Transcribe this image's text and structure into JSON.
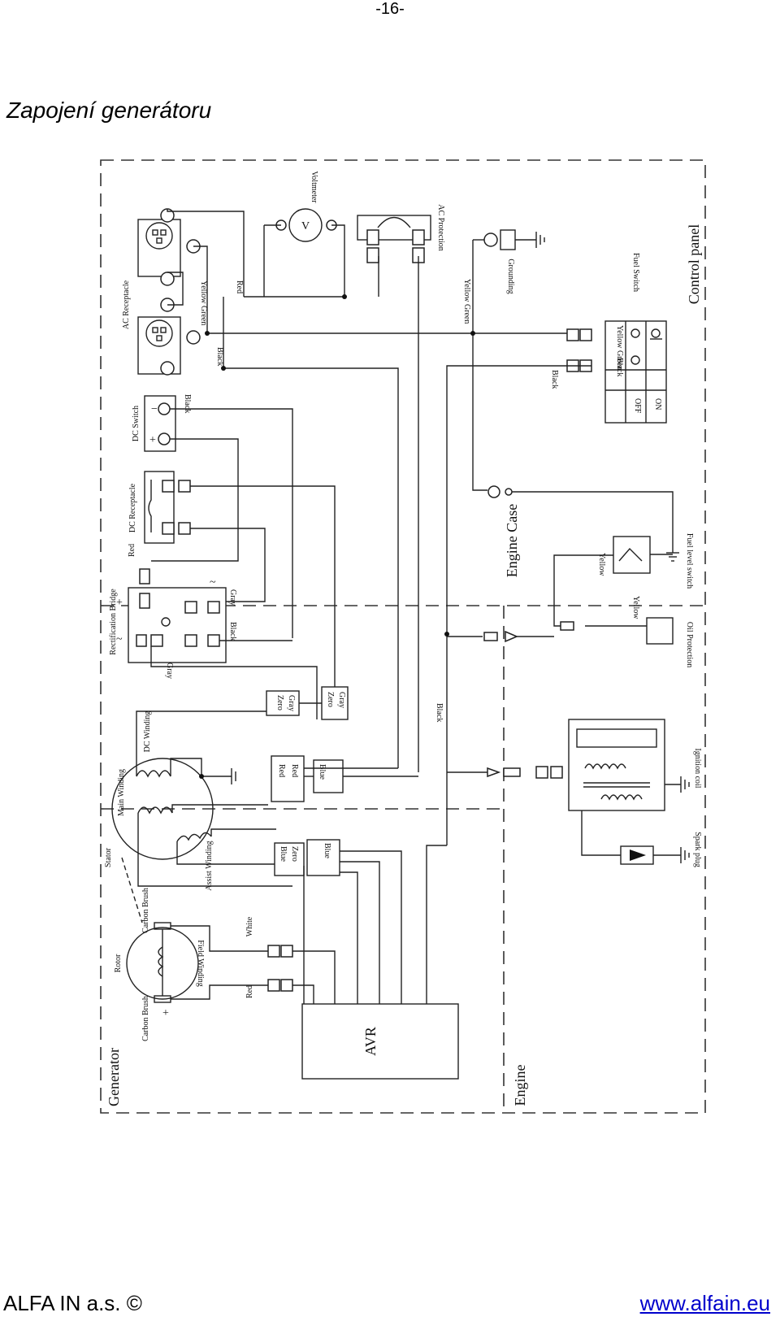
{
  "page": {
    "number": "-16-",
    "title": "Zapojení generátoru"
  },
  "footer": {
    "company": "ALFA IN a.s. ©",
    "website": "www.alfain.eu"
  },
  "diagram": {
    "sections": {
      "control_panel": "Control panel",
      "engine_case": "Engine Case",
      "generator": "Generator",
      "engine": "Engine"
    },
    "components": {
      "ac_receptacle": "AC Receptacle",
      "voltmeter": "Voltmeter",
      "voltmeter_symbol": "V",
      "ac_protection": "AC Protection",
      "grounding": "Grounding",
      "fuel_switch": "Fuel Switch",
      "dc_switch": "DC Switch",
      "dc_receptacle": "DC Receptacle",
      "rectification_bridge": "Rectification Bridge",
      "fuel_level_switch": "Fuel level switch",
      "oil_protection": "Oil Protection",
      "dc_winding": "DC Winding",
      "main_winding": "Main Winding",
      "assist_winding": "Assist Winding",
      "stator": "Stator",
      "carbon_brush": "Carbon Brush",
      "rotor": "Rotor",
      "field_winding": "Field Winding",
      "ignition_coil": "Ignition coil",
      "spark_plug": "Spark plug",
      "avr": "AVR"
    },
    "wires": {
      "yellow_green": "Yellow Green",
      "red": "Red",
      "black": "Black",
      "gray": "Gray",
      "yellow": "Yellow",
      "white": "White",
      "yellow_green_stack": "Yellow\nGreen"
    },
    "fuel_switch_table": {
      "row_off": "OFF",
      "row_on": "ON",
      "col_black": "Black",
      "col_yellow_green": "Yellow Green"
    },
    "symbols": {
      "plus": "+",
      "minus": "−",
      "ac": "~"
    },
    "connector_labels": {
      "red": "Red",
      "blue": "Blue",
      "gray": "Gray",
      "zero": "Zero"
    }
  }
}
